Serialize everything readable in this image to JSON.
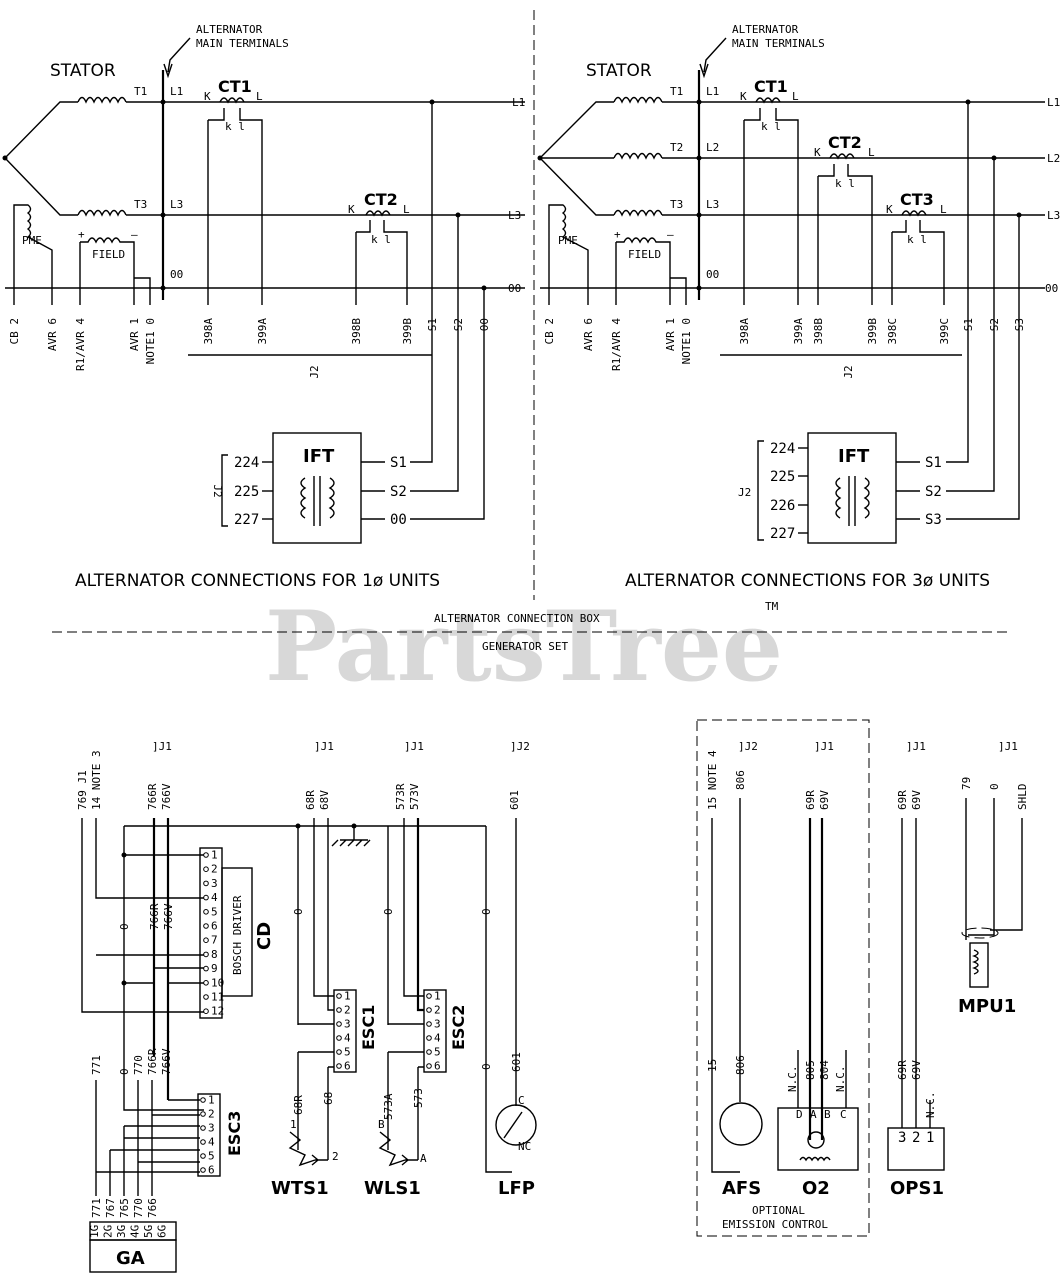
{
  "watermark": {
    "text": "PartsTree",
    "tm": "TM"
  },
  "top": {
    "alt_main_terminals": [
      "ALTERNATOR",
      "MAIN TERMINALS"
    ],
    "stator": "STATOR",
    "caption_1ph": "ALTERNATOR CONNECTIONS FOR 1ø UNITS",
    "caption_3ph": "ALTERNATOR CONNECTIONS FOR 3ø UNITS",
    "ct1": "CT1",
    "ct2": "CT2",
    "ct3": "CT3",
    "pme": "PME",
    "field": "FIELD",
    "ift": "IFT",
    "left_wires": [
      "CB 2",
      "AVR 6",
      "R1/AVR 4",
      "AVR 1",
      "NOTE1 0"
    ],
    "left_ct_wires": [
      "398A",
      "399A",
      "398B",
      "399B"
    ],
    "right_ct_wires": [
      "398A",
      "399A",
      "398B",
      "399B",
      "398C",
      "399C"
    ],
    "s_wires_1": [
      "S1",
      "S2",
      "00"
    ],
    "s_wires_3": [
      "S1",
      "S2",
      "S3"
    ],
    "ift_pins_1": [
      "224",
      "225",
      "227"
    ],
    "ift_pins_3": [
      "224",
      "225",
      "226",
      "227"
    ],
    "ift_out_1": [
      "S1",
      "S2",
      "00"
    ],
    "ift_out_3": [
      "S1",
      "S2",
      "S3"
    ],
    "j2": "J2"
  },
  "divider": {
    "box": "ALTERNATOR CONNECTION BOX",
    "genset": "GENERATOR SET"
  },
  "bottom": {
    "cd": "CD",
    "bosch": "BOSCH DRIVER",
    "esc1": "ESC1",
    "esc2": "ESC2",
    "esc3": "ESC3",
    "wts1": "WTS1",
    "wls1": "WLS1",
    "lfp": "LFP",
    "afs": "AFS",
    "o2": "O2",
    "ops1": "OPS1",
    "mpu1": "MPU1",
    "ga": "GA",
    "optional": [
      "OPTIONAL",
      "EMISSION CONTROL"
    ],
    "top_wires_left": [
      "769 J1",
      "14 NOTE 3",
      "766R",
      "766V",
      "68R",
      "68V",
      "573R",
      "573V",
      "601"
    ],
    "top_wires_right": [
      "15 NOTE 4",
      "806",
      "69R",
      "69V",
      "69R",
      "69V",
      "79",
      "0",
      "SHLD"
    ],
    "ga_pins": [
      "771",
      "767",
      "765",
      "770",
      "766"
    ],
    "ga_nums": [
      "1G",
      "2G",
      "3G",
      "4G",
      "5G",
      "6G"
    ],
    "cd_pins": [
      "1",
      "2",
      "3",
      "4",
      "5",
      "6",
      "7",
      "8",
      "9",
      "10",
      "11",
      "12"
    ],
    "esc_pins": [
      "1",
      "2",
      "3",
      "4",
      "5",
      "6"
    ],
    "ops_pins": [
      "3",
      "2",
      "1"
    ],
    "o2_pins": [
      "D",
      "A",
      "B",
      "C"
    ],
    "o2_wires": [
      "N.C.",
      "805",
      "804",
      "N.C."
    ],
    "nc": "N.C."
  }
}
